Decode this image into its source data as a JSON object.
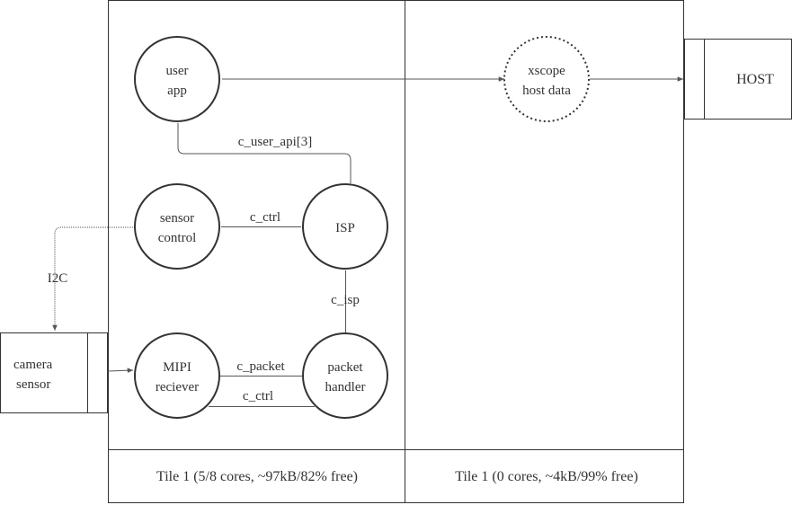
{
  "tiles": [
    {
      "label": "Tile 1 (5/8 cores, ~97kB/82% free)"
    },
    {
      "label": "Tile 1 (0 cores, ~4kB/99% free)"
    }
  ],
  "nodes": {
    "user_app": {
      "line1": "user",
      "line2": "app"
    },
    "xscope": {
      "line1": "xscope",
      "line2": "host data"
    },
    "sensor_control": {
      "line1": "sensor",
      "line2": "control"
    },
    "isp": {
      "line1": "ISP"
    },
    "mipi": {
      "line1": "MIPI",
      "line2": "reciever"
    },
    "packet_handler": {
      "line1": "packet",
      "line2": "handler"
    }
  },
  "external": {
    "host": {
      "label": "HOST"
    },
    "camera": {
      "line1": "camera",
      "line2": "sensor"
    }
  },
  "edges": {
    "c_user_api": "c_user_api[3]",
    "c_ctrl_top": "c_ctrl",
    "c_isp": "c_isp",
    "c_packet": "c_packet",
    "c_ctrl_bottom": "c_ctrl",
    "i2c": "I2C"
  },
  "colors": {
    "stroke": "#333333",
    "line": "#555555",
    "background": "#ffffff"
  }
}
